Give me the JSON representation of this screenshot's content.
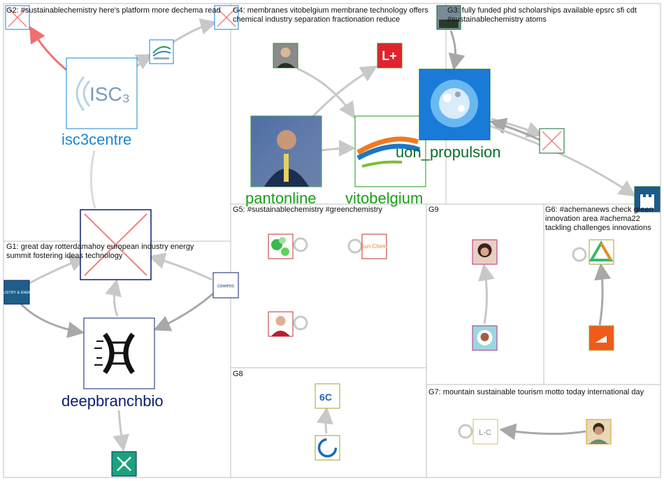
{
  "groups": [
    {
      "id": "G1",
      "label": "G1: great day rotterdamahoy european industry energy summit fostering ideas technology"
    },
    {
      "id": "G2",
      "label": "G2: #sustainablechemistry here's platform more dechema read"
    },
    {
      "id": "G3",
      "label": "G3: fully funded phd scholarships available epsrc sfi cdt #sustainablechemistry atoms"
    },
    {
      "id": "G4",
      "label": "G4: membranes vitobelgium membrane technology offers chemical industry separation fractionation reduce"
    },
    {
      "id": "G5",
      "label": "G5: #sustainablechemistry #greenchemistry"
    },
    {
      "id": "G6",
      "label": "G6: #achemanews check green innovation area #achema22 tackling challenges innovations"
    },
    {
      "id": "G7",
      "label": "G7: mountain sustainable tourism motto today international day"
    },
    {
      "id": "G8",
      "label": "G8"
    },
    {
      "id": "G9",
      "label": "G9"
    }
  ],
  "nodes": {
    "isc3centre": {
      "label": "isc3centre",
      "color": "#1a86d6"
    },
    "deepbranchbio": {
      "label": "deepbranchbio",
      "color": "#0b1f6e"
    },
    "pantonline": {
      "label": "pantonline",
      "color": "#1a9e1a"
    },
    "vitobelgium": {
      "label": "vitobelgium",
      "color": "#1a9e1a"
    },
    "uon_propulsion": {
      "label": "uon_propulsion",
      "color": "#0a6e2a"
    }
  },
  "images": {
    "isc3_logo": "ISC₃",
    "industry_energy": "INDUSTRY & ENERGY",
    "cowens": "cowens",
    "sunchem": "Sun Chem",
    "sixc": "6C",
    "lc": "L-C"
  },
  "colors": {
    "edge": "#c8c8c8",
    "edge_red": "#f07070",
    "group_border": "#bfbfbf"
  }
}
